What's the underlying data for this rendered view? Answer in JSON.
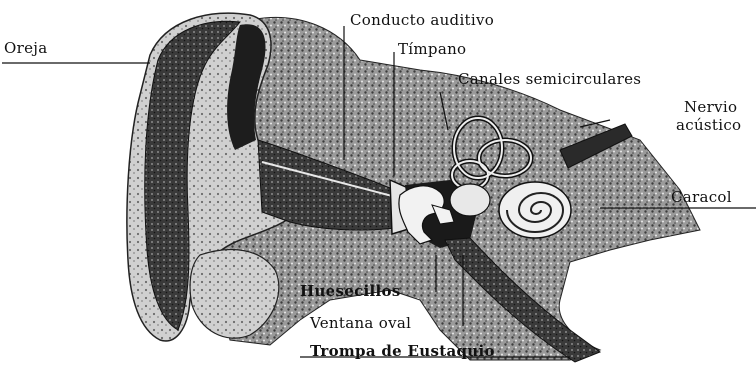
{
  "diagram": {
    "labels": {
      "oreja": "Oreja",
      "conducto_auditivo": "Conducto auditivo",
      "timpano": "Tímpano",
      "canales_semicirculares": "Canales semicirculares",
      "nervio": "Nervio",
      "acustico": "acústico",
      "caracol": "Caracol",
      "huesecillos": "Huesecillos",
      "ventana_oval": "Ventana oval",
      "trompa_eustaquio": "Trompa de Eustaquio"
    }
  }
}
